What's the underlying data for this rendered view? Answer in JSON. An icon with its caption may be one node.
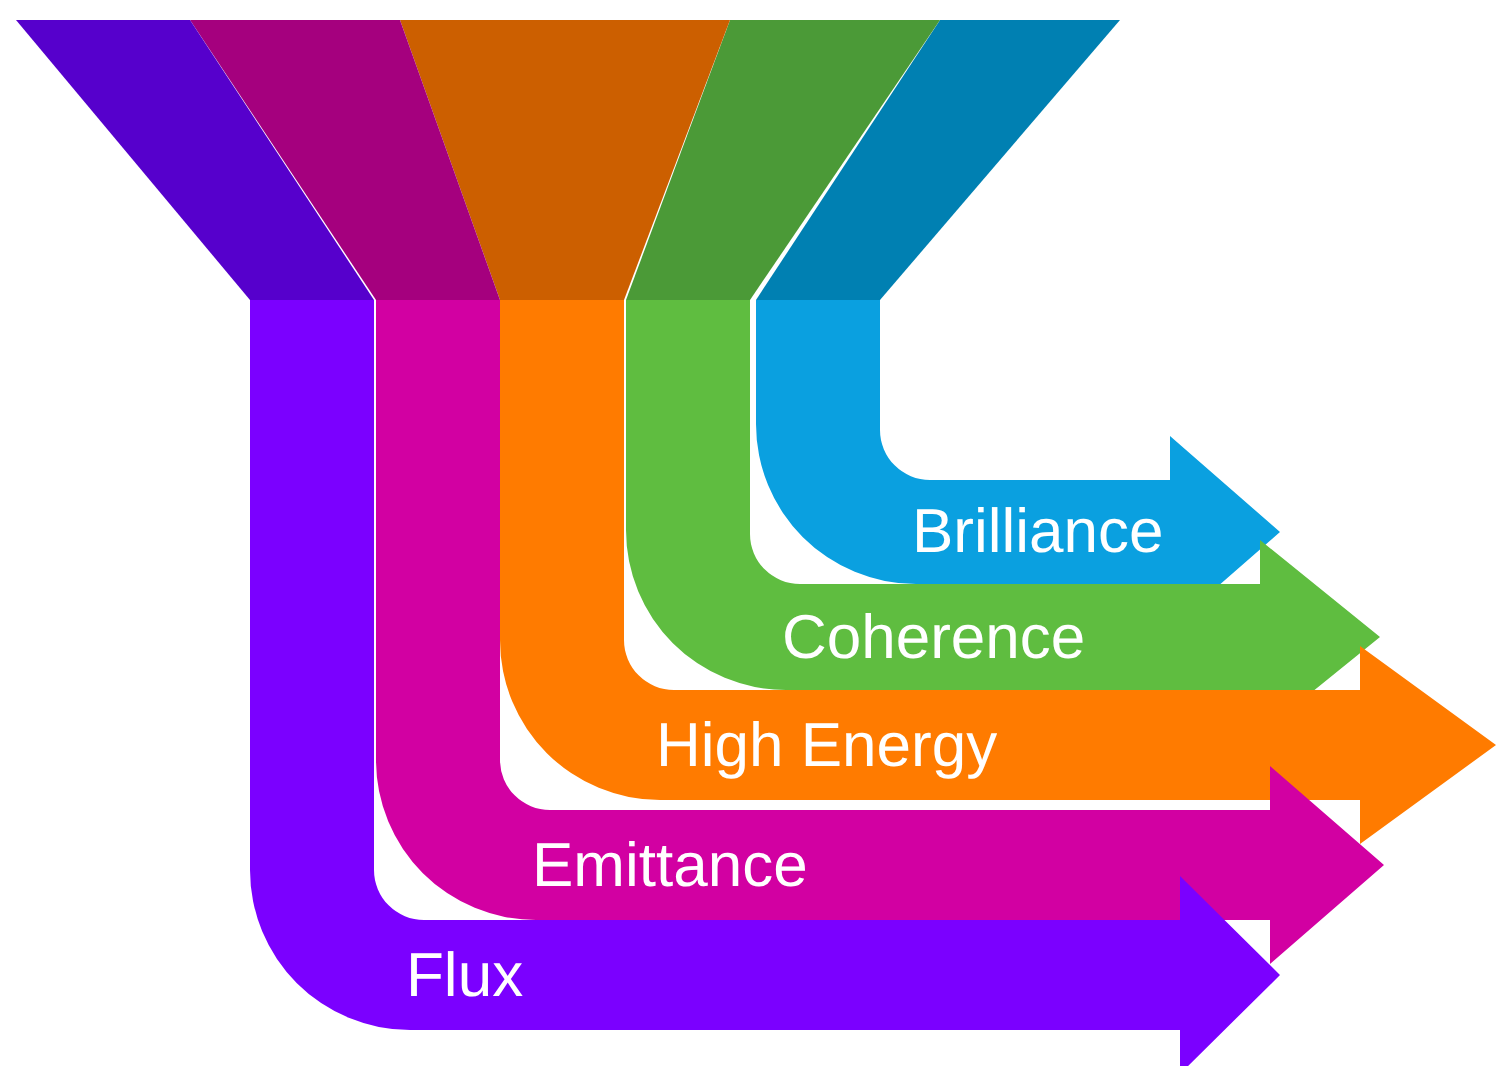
{
  "diagram": {
    "nodes": [
      {
        "text": [
          "Flux"
        ]
      },
      {
        "text": [
          "Emittance"
        ]
      },
      {
        "text": [
          "High Energy"
        ]
      },
      {
        "text": [
          "Coherence"
        ]
      },
      {
        "text": [
          "Brilliance"
        ]
      }
    ]
  }
}
